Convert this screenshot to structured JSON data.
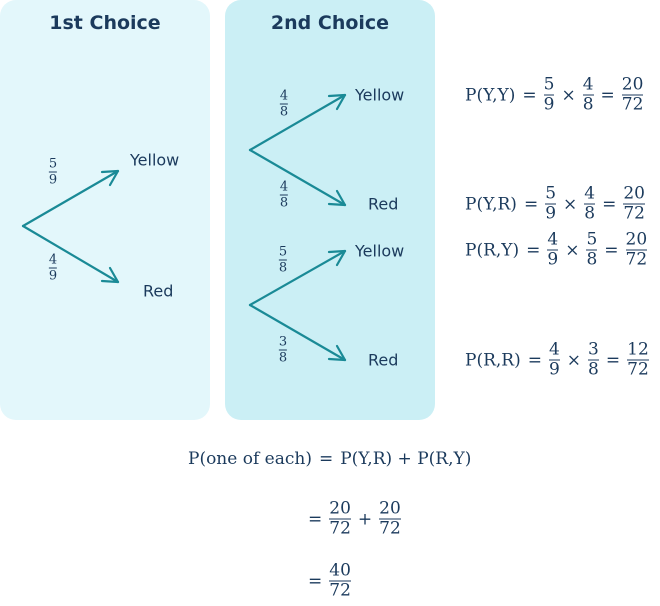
{
  "panels": {
    "first": "1st Choice",
    "second": "2nd Choice"
  },
  "colors": {
    "panel1": "#e3f7fb",
    "panel2": "#cbeff5",
    "arrow": "#1a8a96",
    "text": "#1b3a5c"
  },
  "tree": {
    "first": {
      "yellow": "Yellow",
      "red": "Red",
      "p_yellow": {
        "n": "5",
        "d": "9"
      },
      "p_red": {
        "n": "4",
        "d": "9"
      }
    },
    "second_after_yellow": {
      "yellow": "Yellow",
      "red": "Red",
      "p_yellow": {
        "n": "4",
        "d": "8"
      },
      "p_red": {
        "n": "4",
        "d": "8"
      }
    },
    "second_after_red": {
      "yellow": "Yellow",
      "red": "Red",
      "p_yellow": {
        "n": "5",
        "d": "8"
      },
      "p_red": {
        "n": "3",
        "d": "8"
      }
    }
  },
  "equations": [
    {
      "label": "P(Y,Y)",
      "a": {
        "n": "5",
        "d": "9"
      },
      "b": {
        "n": "4",
        "d": "8"
      },
      "r": {
        "n": "20",
        "d": "72"
      }
    },
    {
      "label": "P(Y,R)",
      "a": {
        "n": "5",
        "d": "9"
      },
      "b": {
        "n": "4",
        "d": "8"
      },
      "r": {
        "n": "20",
        "d": "72"
      }
    },
    {
      "label": "P(R,Y)",
      "a": {
        "n": "4",
        "d": "9"
      },
      "b": {
        "n": "5",
        "d": "8"
      },
      "r": {
        "n": "20",
        "d": "72"
      }
    },
    {
      "label": "P(R,R)",
      "a": {
        "n": "4",
        "d": "9"
      },
      "b": {
        "n": "3",
        "d": "8"
      },
      "r": {
        "n": "12",
        "d": "72"
      }
    }
  ],
  "symbols": {
    "eq": "=",
    "times": "×",
    "plus": "+"
  },
  "summary": {
    "line1_left": "P(one of each)",
    "line1_right": "P(Y,R) + P(R,Y)",
    "line2": {
      "a": {
        "n": "20",
        "d": "72"
      },
      "b": {
        "n": "20",
        "d": "72"
      }
    },
    "line3": {
      "n": "40",
      "d": "72"
    }
  }
}
